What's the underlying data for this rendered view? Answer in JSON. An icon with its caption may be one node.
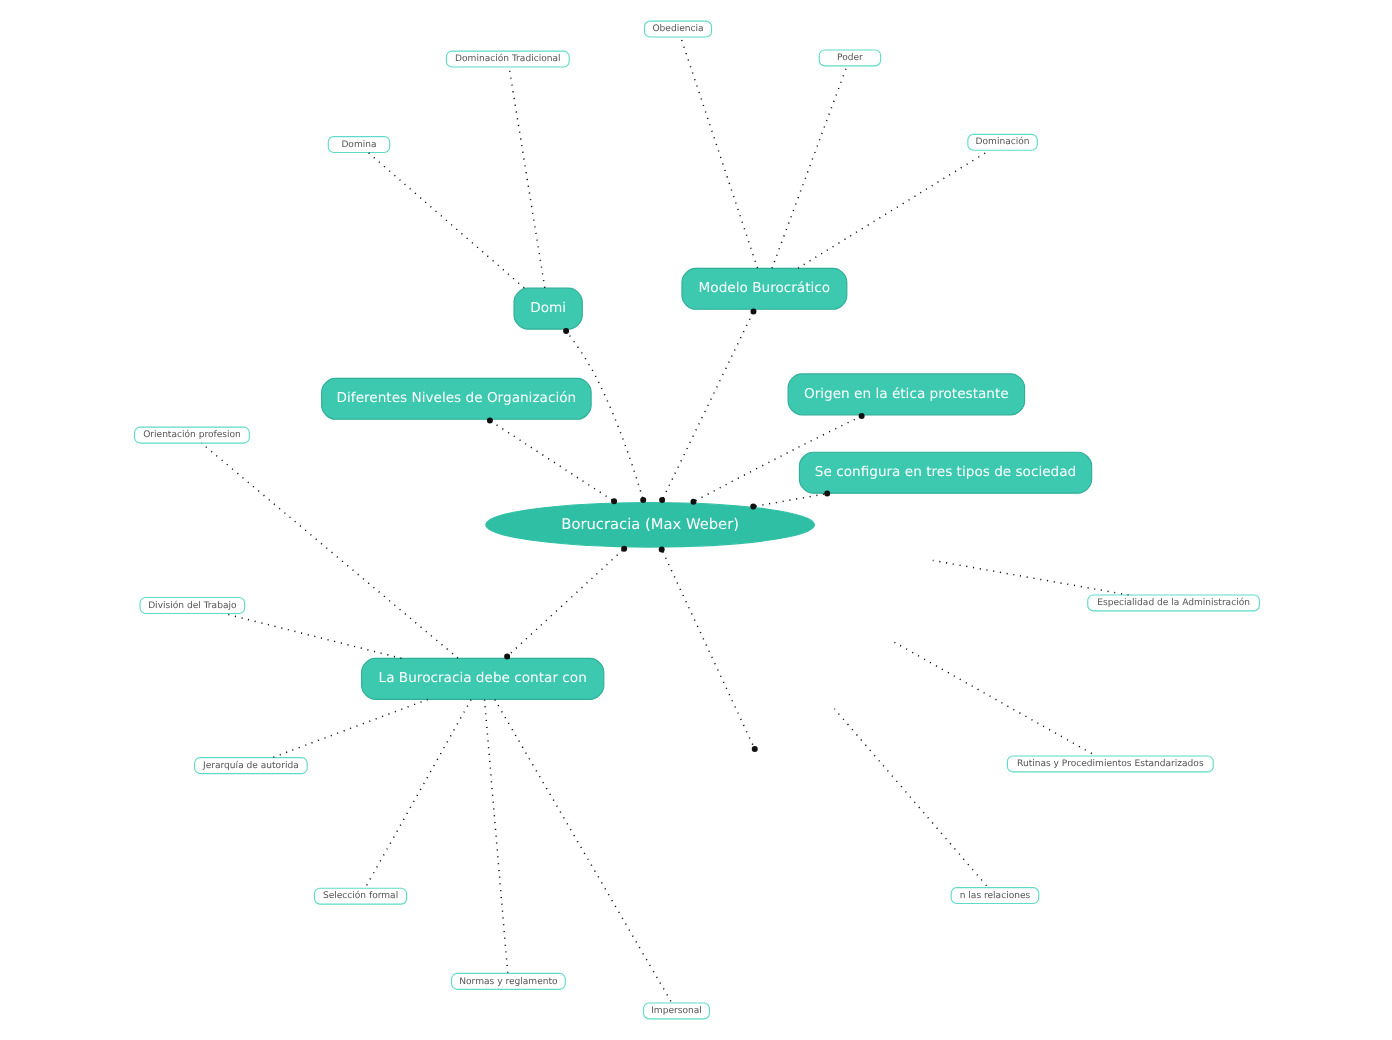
{
  "diagram": {
    "nodes": [
      {
        "text": [
          "Borucracia (Max Weber)"
        ]
      },
      {
        "text": [
          "Se configura en tres tipos de sociedad"
        ]
      },
      {
        "text": [
          "Origen en la ética protestante"
        ]
      },
      {
        "text": [
          "Modelo Burocrático"
        ]
      },
      {
        "text": [
          "Dominación"
        ]
      },
      {
        "text": [
          "Poder"
        ]
      },
      {
        "text": [
          "Obediencia"
        ]
      },
      {
        "text": [
          "Domi"
        ]
      },
      {
        "text": [
          "Dominación Tradicional"
        ]
      },
      {
        "text": [
          "Domina"
        ]
      },
      {
        "text": [
          "Diferentes Niveles de Organización"
        ]
      },
      {
        "text": [
          "La Burocracia debe contar con"
        ]
      },
      {
        "text": [
          "Orientación profesion"
        ]
      },
      {
        "text": [
          "División del Trabajo"
        ]
      },
      {
        "text": [
          "Jerarquía de autorida"
        ]
      },
      {
        "text": [
          "Selección formal"
        ]
      },
      {
        "text": [
          "Normas y reglamento"
        ]
      },
      {
        "text": [
          "Impersonal"
        ]
      },
      {
        "text": [
          "n las relaciones"
        ]
      },
      {
        "text": [
          "Rutinas y Procedimientos Estandarizados"
        ]
      },
      {
        "text": [
          "Especialidad de la Administración"
        ]
      }
    ],
    "edges": [
      {
        "from": 0,
        "to": 1,
        "arrow": "other"
      },
      {
        "from": 0,
        "to": 2,
        "arrow": "other"
      },
      {
        "from": 0,
        "to": 3,
        "arrow": "other"
      },
      {
        "from": 0,
        "to": 7,
        "arrow": "other"
      },
      {
        "from": 0,
        "to": 10,
        "arrow": "other"
      },
      {
        "from": 0,
        "to": 11,
        "arrow": "other"
      },
      {
        "from": 0,
        "to": null,
        "arrow": "other"
      },
      {
        "from": 3,
        "to": 4,
        "arrow": "none"
      },
      {
        "from": 3,
        "to": 5,
        "arrow": "none"
      },
      {
        "from": 3,
        "to": 6,
        "arrow": "none"
      },
      {
        "from": 7,
        "to": 8,
        "arrow": "none"
      },
      {
        "from": 7,
        "to": 9,
        "arrow": "none"
      },
      {
        "from": 11,
        "to": 12,
        "arrow": "none"
      },
      {
        "from": 11,
        "to": 13,
        "arrow": "none"
      },
      {
        "from": 11,
        "to": 14,
        "arrow": "none"
      },
      {
        "from": 11,
        "to": 15,
        "arrow": "none"
      },
      {
        "from": 11,
        "to": 16,
        "arrow": "none"
      },
      {
        "from": 11,
        "to": 17,
        "arrow": "none"
      },
      {
        "from": null,
        "to": 18,
        "arrow": "none"
      },
      {
        "from": null,
        "to": 19,
        "arrow": "none"
      },
      {
        "from": null,
        "to": 20,
        "arrow": "none"
      }
    ]
  }
}
